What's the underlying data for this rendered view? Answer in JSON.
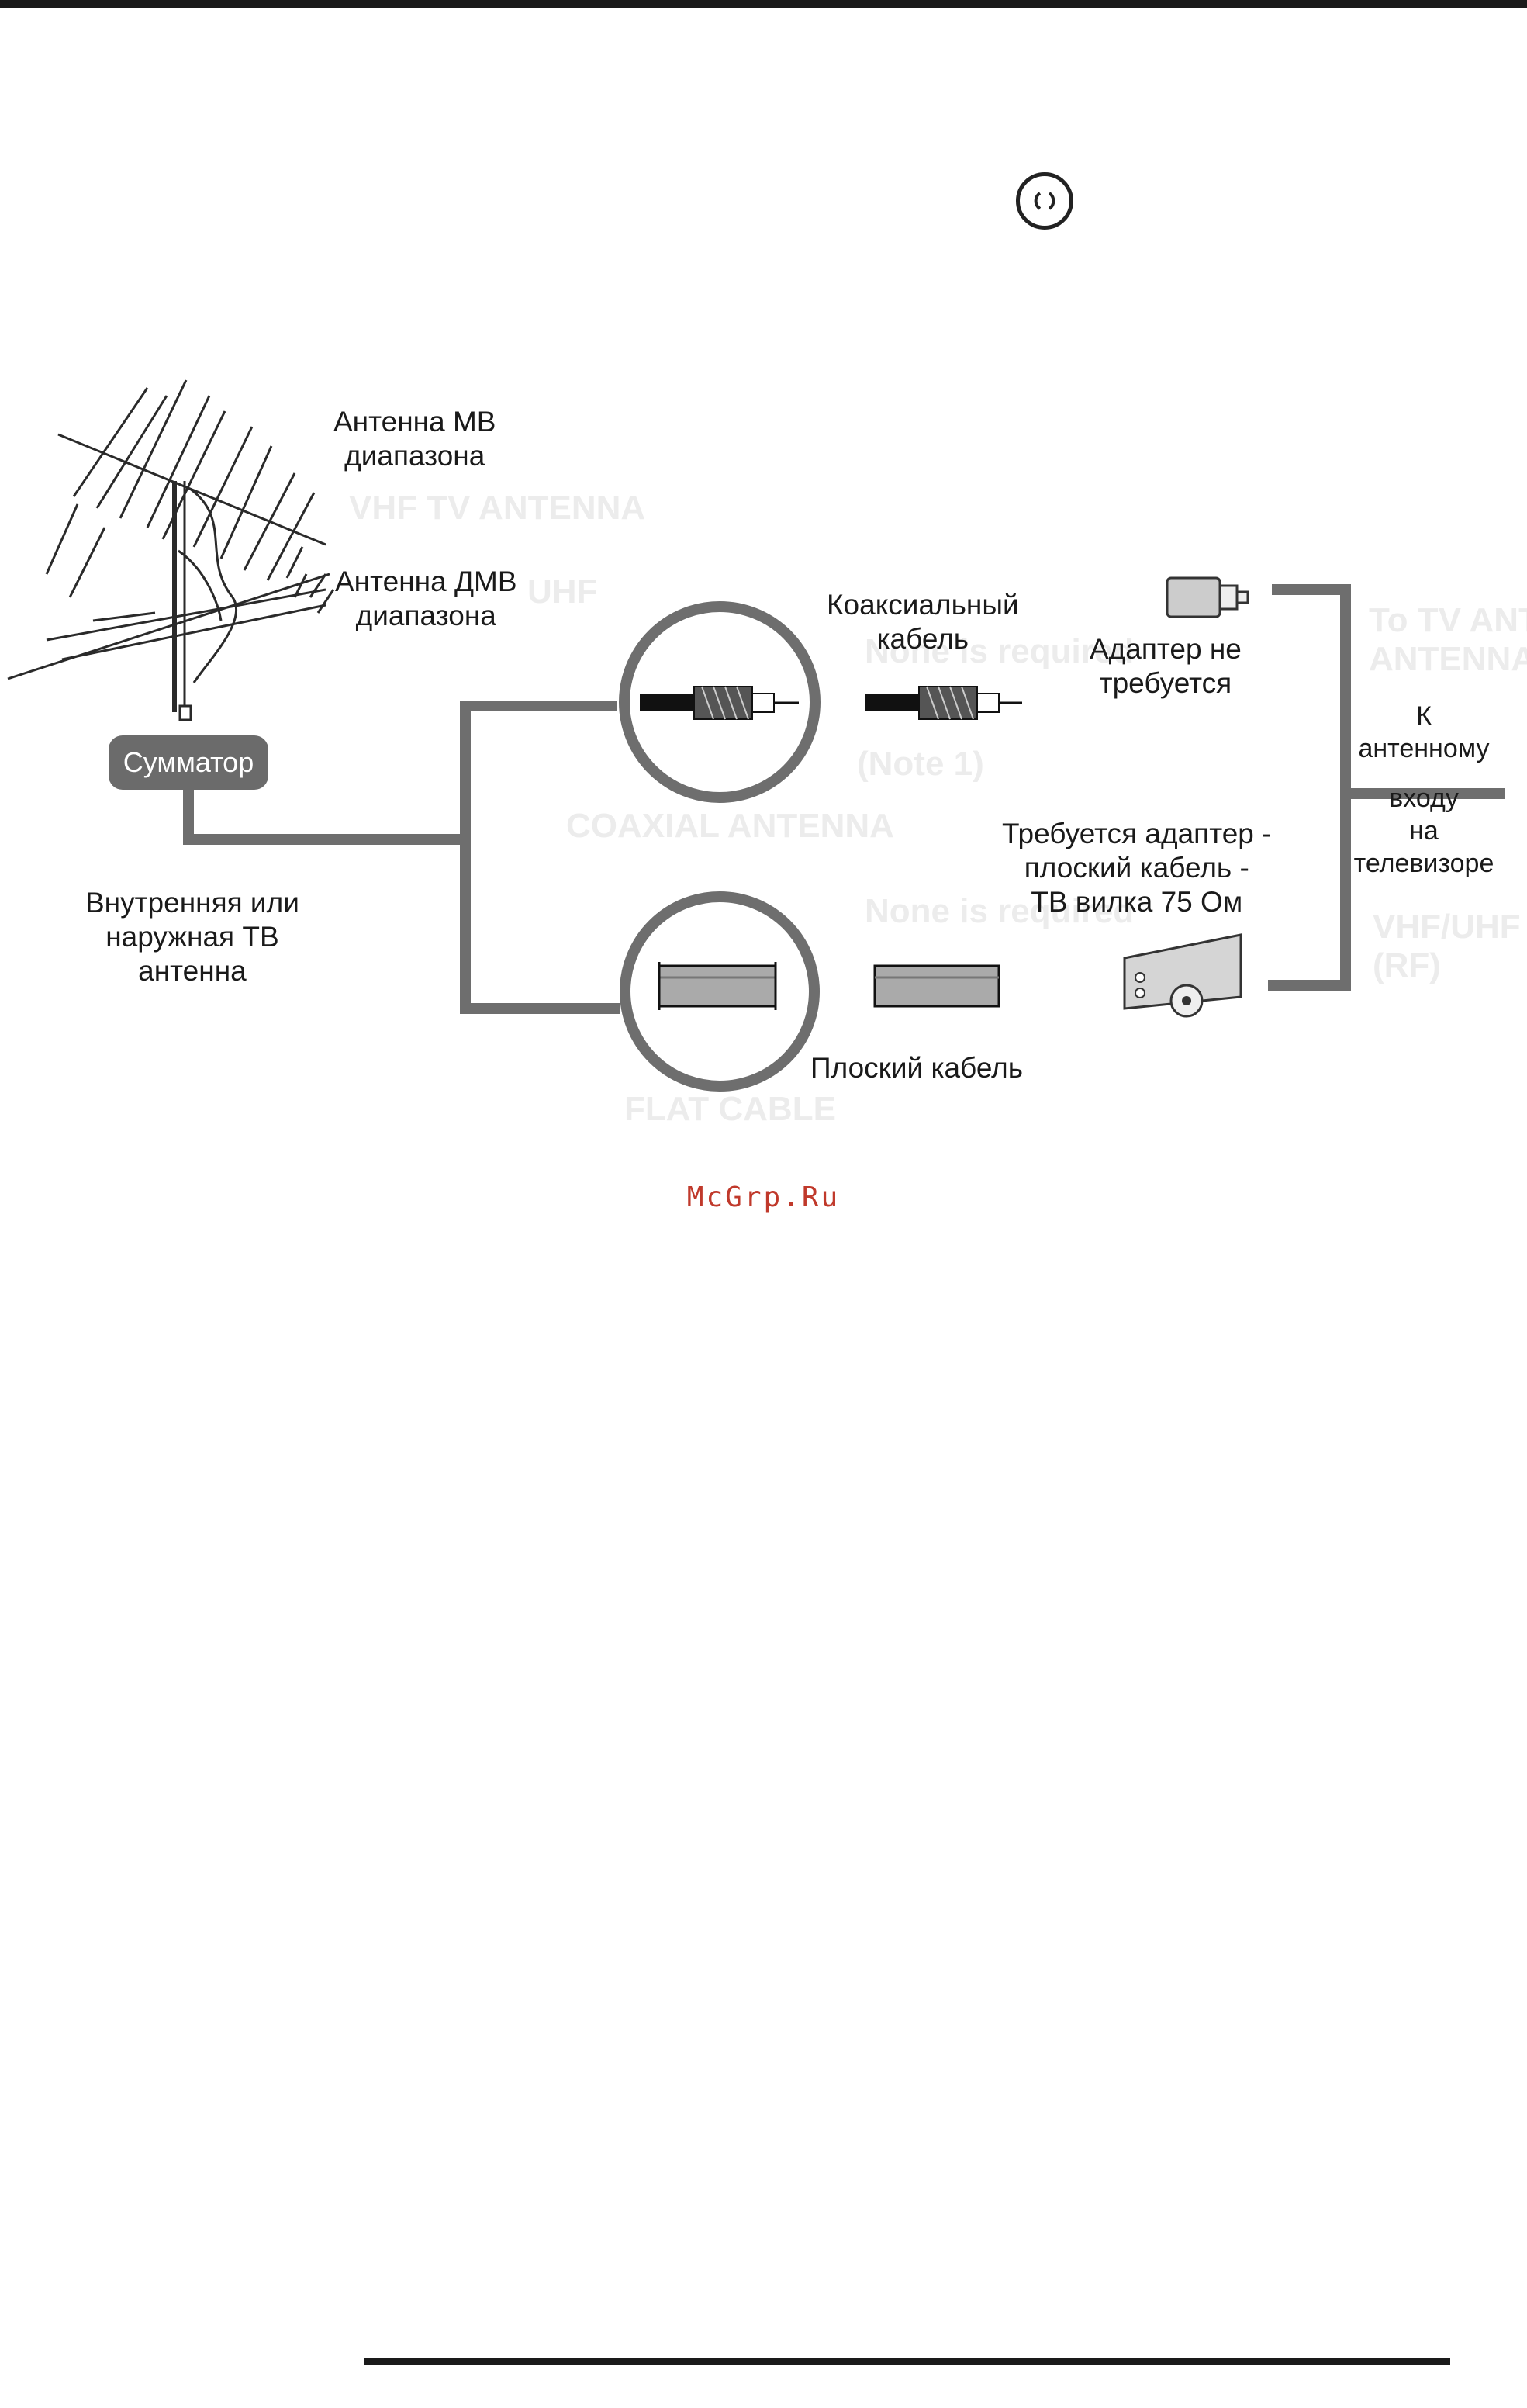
{
  "diagram": {
    "labels": {
      "vhf_antenna": [
        "Антенна МВ",
        "диапазона"
      ],
      "uhf_antenna": [
        "Антенна ДМВ",
        "диапазона"
      ],
      "combiner": "Сумматор",
      "indoor_outdoor": [
        "Внутренняя или",
        "наружная ТВ",
        "антенна"
      ],
      "coax_cable": [
        "Коаксиальный",
        "кабель"
      ],
      "adapter_not_required": [
        "Адаптер не",
        "требуется"
      ],
      "adapter_required": [
        "Требуется адаптер -",
        "плоский кабель -",
        "ТВ вилка 75 Ом"
      ],
      "flat_cable": "Плоский кабель",
      "to_tv_input": [
        "К",
        "антенному",
        "входу",
        "на",
        "телевизоре"
      ]
    },
    "ghost_text": {
      "vhf": "VHF TV ANTENNA",
      "uhf": "UHF",
      "coaxial": "COAXIAL ANTENNA",
      "none_req": "None is required",
      "note": "(Note 1)",
      "flat": "FLAT CABLE",
      "tv_ant": "To TV ANT",
      "antenna": "ANTENNA",
      "vhf_uhf": "VHF/UHF",
      "rf": "(RF)"
    },
    "colors": {
      "line": "#6e6e6e",
      "circle": "#6e6e6e",
      "combiner_fill": "#6b6b6b",
      "text": "#1a1a1a",
      "watermark": "#c0392b"
    }
  },
  "icons": [
    "power-icon",
    "antenna-icon",
    "coax-connector-icon",
    "flat-cable-icon",
    "rf-adapter-icon",
    "balun-icon"
  ],
  "watermark": "McGrp.Ru"
}
